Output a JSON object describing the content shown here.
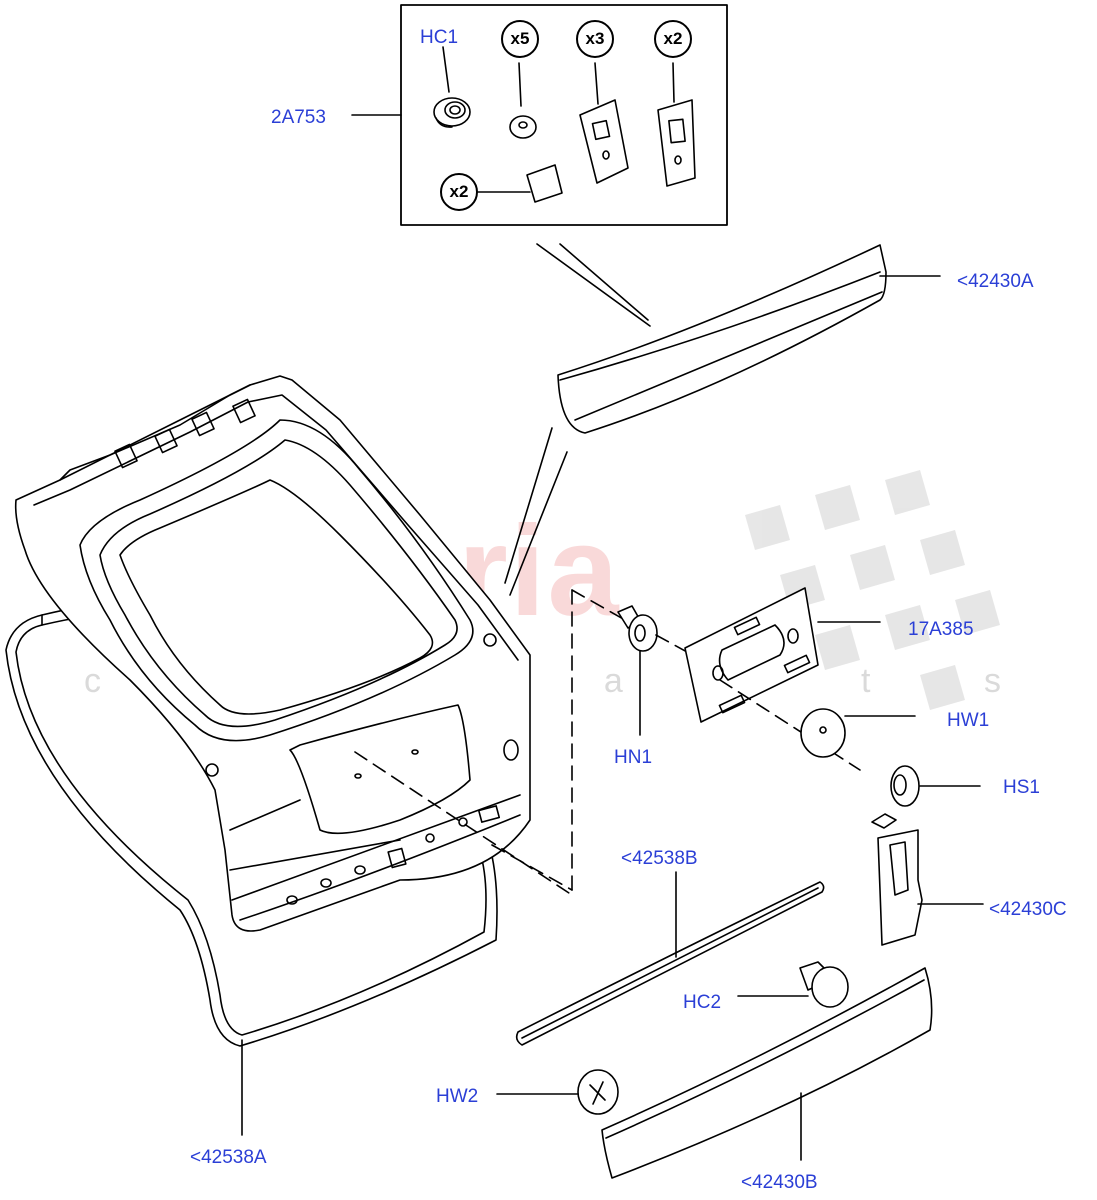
{
  "watermark": {
    "brand": "scuderia",
    "tagline": "c a r   p a r t s"
  },
  "kit": {
    "label": "2A753"
  },
  "quantities": [
    "x5",
    "x3",
    "x2",
    "x2"
  ],
  "callouts": {
    "hc1": "HC1",
    "a42430": "<42430A",
    "a17385": "17A385",
    "hn1": "HN1",
    "hw1": "HW1",
    "hs1": "HS1",
    "b42538": "<42538B",
    "c42430": "<42430C",
    "hc2": "HC2",
    "hw2": "HW2",
    "a42538": "<42538A",
    "b42430": "<42430B"
  },
  "colors": {
    "callout": "#2b3fd6",
    "line": "#000000",
    "watermark": "#e87878"
  }
}
